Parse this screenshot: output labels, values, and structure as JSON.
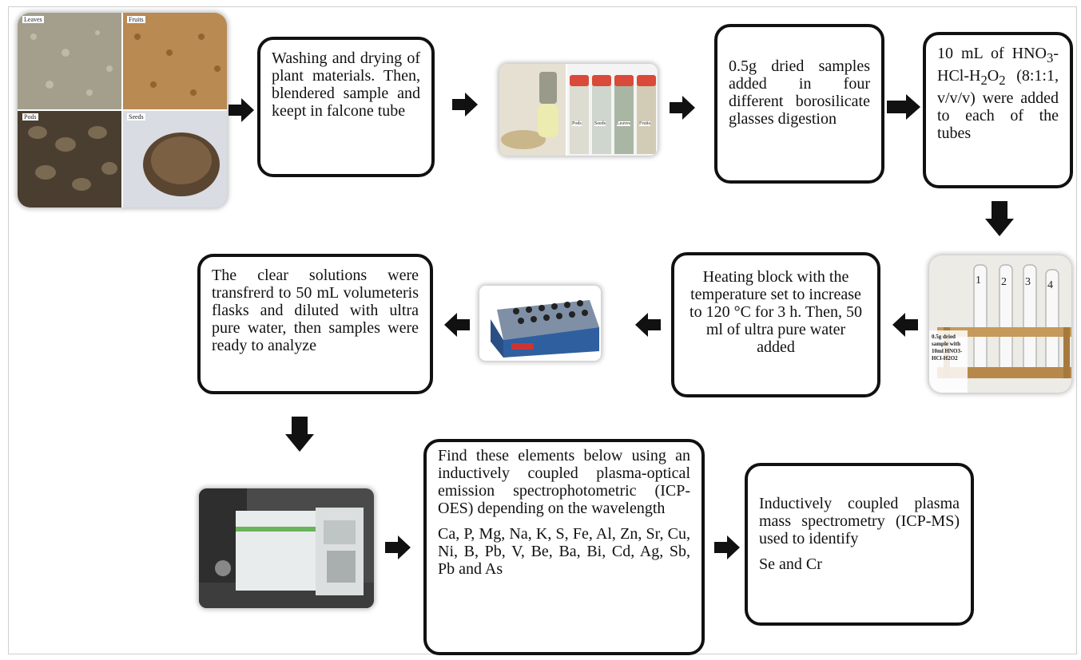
{
  "steps": {
    "washing": "Washing and drying of plant materials. Then, blendered sample and keept in falcone tube",
    "dried_samples": "0.5g dried samples added in four different borosilicate glasses digestion",
    "acid_mix": {
      "prefix": "10 mL of HNO",
      "s1": "3",
      "mid1": "-HCl-H",
      "s2": "2",
      "mid2": "O",
      "s3": "2",
      "suffix": " (8:1:1, v/v/v) were added to each of the tubes"
    },
    "heating": "Heating block with the temperature set to increase to 120 °C for 3 h. Then, 50 ml of ultra pure water added",
    "clear_solutions": "The clear solutions were transfrerd to 50 mL volumeteris flasks and diluted with ultra pure water, then samples were ready to analyze",
    "icp_oes": "Find these elements below using an inductively coupled plasma-optical emission spectrophotometric (ICP-OES) depending on the wavelength",
    "icp_oes_elements": "Ca, P, Mg, Na, K, S, Fe, Al, Zn, Sr, Cu, Ni, B, Pb, V, Be, Ba, Bi, Cd, Ag, Sb, Pb and As",
    "icp_ms": "Inductively coupled plasma mass spectrometry (ICP-MS) used to identify",
    "icp_ms_elements": "Se and Cr"
  },
  "photo_labels": {
    "plant_parts": [
      "Leaves",
      "Fruits",
      "Pods",
      "Seeds"
    ],
    "tube_labels": [
      "Pods",
      "Seeds",
      "Leaves",
      "Fruits"
    ],
    "tube_numbers": [
      "1",
      "2",
      "3",
      "4"
    ],
    "tube_rack_caption": "0.5g dried sample with 10ml HNO3-HCl-H2O2"
  }
}
